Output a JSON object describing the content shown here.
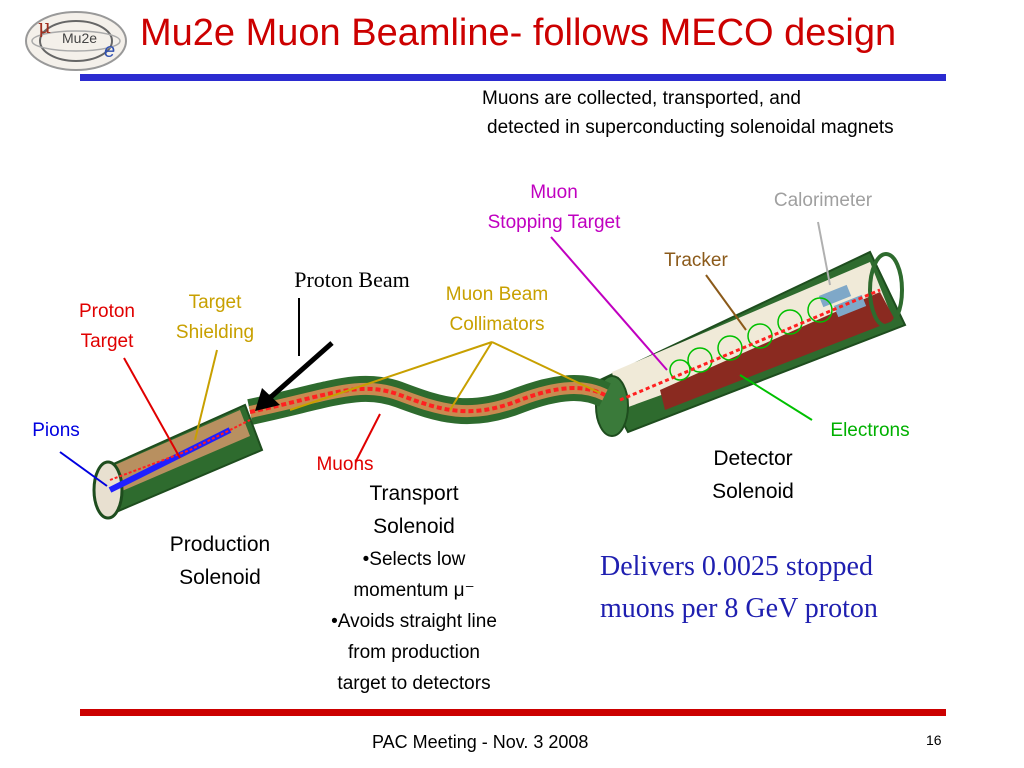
{
  "slide": {
    "title": "Mu2e Muon Beamline- follows MECO design",
    "logo": {
      "text": "Mu2e",
      "mu_symbol": "μ",
      "e_symbol": "e"
    },
    "caption_line1": "Muons are collected, transported, and",
    "caption_line2": "detected in superconducting solenoidal magnets",
    "labels": {
      "muon_stopping_target": [
        "Muon",
        "Stopping Target"
      ],
      "calorimeter": "Calorimeter",
      "tracker": "Tracker",
      "proton_beam": "Proton Beam",
      "muon_beam_collimators": [
        "Muon Beam",
        "Collimators"
      ],
      "target_shielding": [
        "Target",
        "Shielding"
      ],
      "proton_target": [
        "Proton",
        "Target"
      ],
      "pions": "Pions",
      "muons": "Muons",
      "electrons": "Electrons",
      "detector_solenoid": [
        "Detector",
        "Solenoid"
      ],
      "transport_solenoid": [
        "Transport",
        "Solenoid"
      ],
      "production_solenoid": [
        "Production",
        "Solenoid"
      ]
    },
    "bullets": [
      "•Selects low",
      "momentum μ⁻",
      "•Avoids straight line",
      "from production",
      "target to detectors"
    ],
    "delivers": [
      "Delivers 0.0025 stopped",
      "muons per 8 GeV proton"
    ],
    "footer": "PAC Meeting - Nov. 3 2008",
    "page_number": "16",
    "colors": {
      "title": "#cc0000",
      "top_rule": "#2b2bd0",
      "bottom_rule": "#cc0000",
      "muon_stopping_target": "#c000c0",
      "calorimeter": "#a0a0a0",
      "tracker": "#8b5a1a",
      "collimators": "#c8a000",
      "proton_target": "#e00000",
      "pions": "#0000e0",
      "electrons": "#00b000",
      "delivers": "#1f1fb0"
    }
  }
}
